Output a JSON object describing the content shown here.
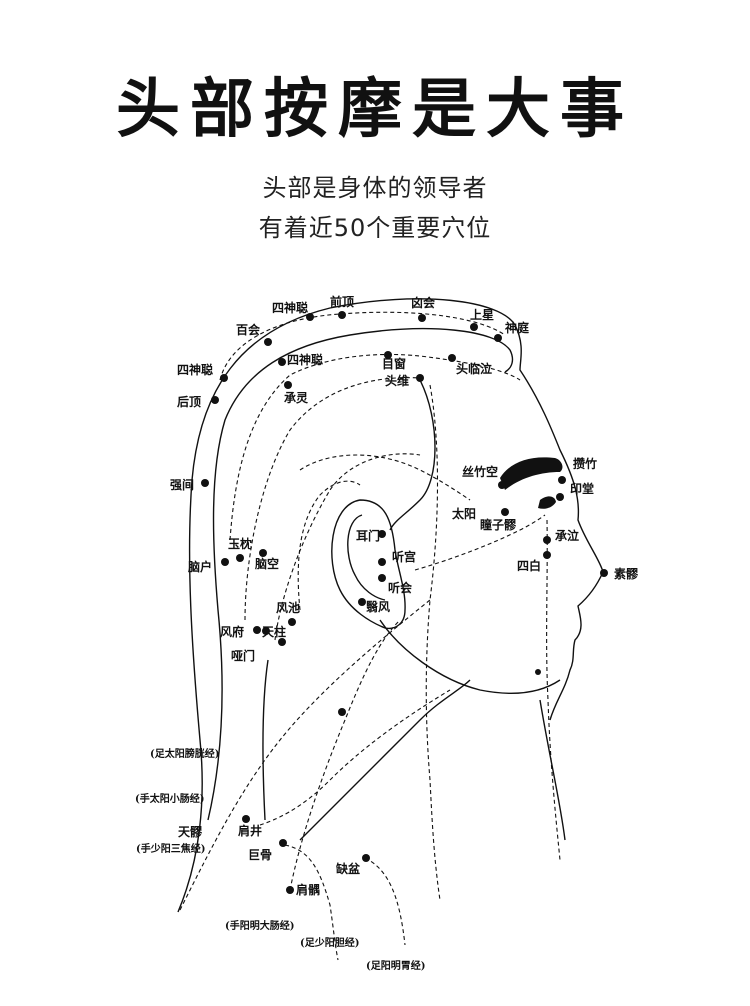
{
  "title": "头部按摩是大事",
  "subtitle_line1": "头部是身体的领导者",
  "subtitle_line2": "有着近50个重要穴位",
  "acupoints": [
    {
      "name": "四神聪",
      "label": "四神聪"
    },
    {
      "name": "前顶",
      "label": "前顶"
    },
    {
      "name": "囟会",
      "label": "囟会"
    },
    {
      "name": "上星",
      "label": "上星"
    },
    {
      "name": "神庭",
      "label": "神庭"
    },
    {
      "name": "百会",
      "label": "百会"
    },
    {
      "name": "四神聪-2",
      "label": "四神聪"
    },
    {
      "name": "目窗",
      "label": "目窗"
    },
    {
      "name": "头临泣",
      "label": "头临泣"
    },
    {
      "name": "四神聪-3",
      "label": "四神聪"
    },
    {
      "name": "头维",
      "label": "头维"
    },
    {
      "name": "后顶",
      "label": "后顶"
    },
    {
      "name": "承灵",
      "label": "承灵"
    },
    {
      "name": "强间",
      "label": "强间"
    },
    {
      "name": "攒竹",
      "label": "攒竹"
    },
    {
      "name": "丝竹空",
      "label": "丝竹空"
    },
    {
      "name": "印堂",
      "label": "印堂"
    },
    {
      "name": "太阳",
      "label": "太阳"
    },
    {
      "name": "瞳子髎",
      "label": "瞳子髎"
    },
    {
      "name": "承泣",
      "label": "承泣"
    },
    {
      "name": "耳门",
      "label": "耳门"
    },
    {
      "name": "玉枕",
      "label": "玉枕"
    },
    {
      "name": "听宫",
      "label": "听宫"
    },
    {
      "name": "脑户",
      "label": "脑户"
    },
    {
      "name": "脑空",
      "label": "脑空"
    },
    {
      "name": "四白",
      "label": "四白"
    },
    {
      "name": "素髎",
      "label": "素髎"
    },
    {
      "name": "听会",
      "label": "听会"
    },
    {
      "name": "风池",
      "label": "风池"
    },
    {
      "name": "翳风",
      "label": "翳风"
    },
    {
      "name": "风府",
      "label": "风府"
    },
    {
      "name": "天柱",
      "label": "天柱"
    },
    {
      "name": "哑门",
      "label": "哑门"
    },
    {
      "name": "天髎",
      "label": "天髎"
    },
    {
      "name": "肩井",
      "label": "肩井"
    },
    {
      "name": "巨骨",
      "label": "巨骨"
    },
    {
      "name": "缺盆",
      "label": "缺盆"
    },
    {
      "name": "肩髃",
      "label": "肩髃"
    }
  ],
  "meridians": [
    "(足太阳膀胱经)",
    "(手太阳小肠经)",
    "(手少阳三焦经)",
    "(手阳明大肠经)",
    "(足少阳胆经)",
    "(足阳明胃经)"
  ]
}
